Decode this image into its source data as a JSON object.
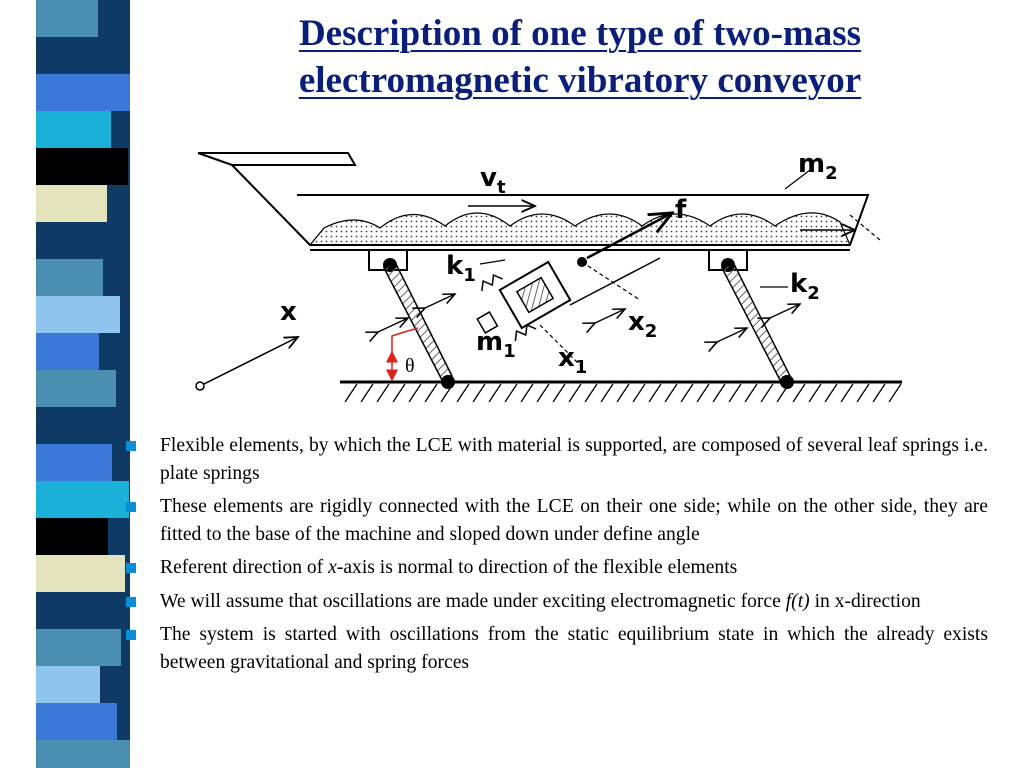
{
  "slide": {
    "title_line1": "Description of one type of two-mass",
    "title_line2": "electromagnetic vibratory conveyor"
  },
  "diagram": {
    "labels": {
      "vt": "v",
      "vt_sub": "t",
      "m2": "m",
      "m2_sub": "2",
      "f": "f",
      "k1": "k",
      "k1_sub": "1",
      "k2": "k",
      "k2_sub": "2",
      "x": "x",
      "m1": "m",
      "m1_sub": "1",
      "x1": "x",
      "x1_sub": "1",
      "x2": "x",
      "x2_sub": "2",
      "theta": "θ"
    }
  },
  "bullets": [
    {
      "text": "Flexible elements, by which the LCE with material is supported, are composed of several leaf springs i.e. plate springs"
    },
    {
      "text": "These elements are rigidly connected with the LCE on their one side; while on the other side, they are fitted to the base of the machine and sloped down under define angle"
    },
    {
      "pre": "Referent direction of ",
      "italic": "x",
      "post": "-axis is normal to direction of the flexible elements"
    },
    {
      "pre": "We will assume that oscillations are made under exciting electromagnetic force ",
      "italic": "f(t)",
      "post": " in x-direction"
    },
    {
      "text": "The system is started with oscillations from the static equilibrium state in which the already exists between gravitational and spring forces"
    }
  ],
  "colors": {
    "title": "#0a1f7a",
    "bullet": "#0a8fd6",
    "stripe": [
      "#4a8fb0",
      "#0f3a66",
      "#3c78d8",
      "#1ab0d8",
      "#000000",
      "#e3e3bd",
      "#0f3a66",
      "#4a8fb0",
      "#8fc4ef",
      "#3c78d8"
    ],
    "angle_marker": "#e0201a"
  }
}
